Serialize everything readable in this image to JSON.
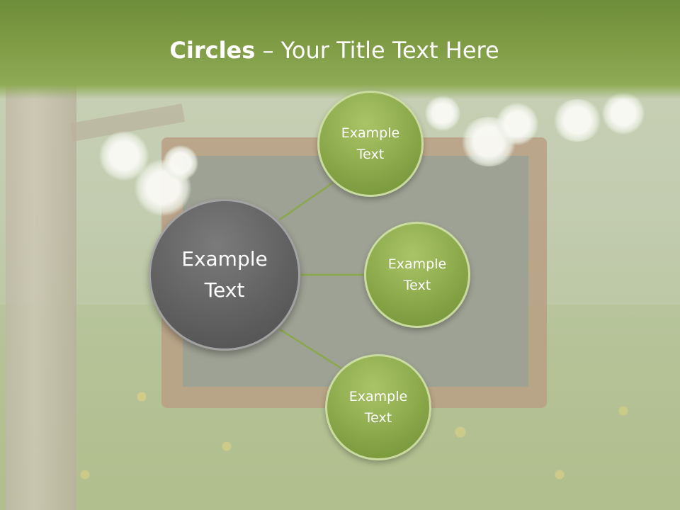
{
  "slide": {
    "title_bold": "Circles",
    "title_rest": " – Your Title Text Here"
  },
  "center_circle": {
    "line1": "Example",
    "line2": "Text"
  },
  "outer_circles": [
    {
      "line1": "Example",
      "line2": "Text"
    },
    {
      "line1": "Example",
      "line2": "Text"
    },
    {
      "line1": "Example",
      "line2": "Text"
    }
  ],
  "colors": {
    "title_bar": "#7f9c45",
    "outer_circle": "#8aa84a",
    "center_circle": "#616161",
    "connector": "#8aa84a"
  }
}
